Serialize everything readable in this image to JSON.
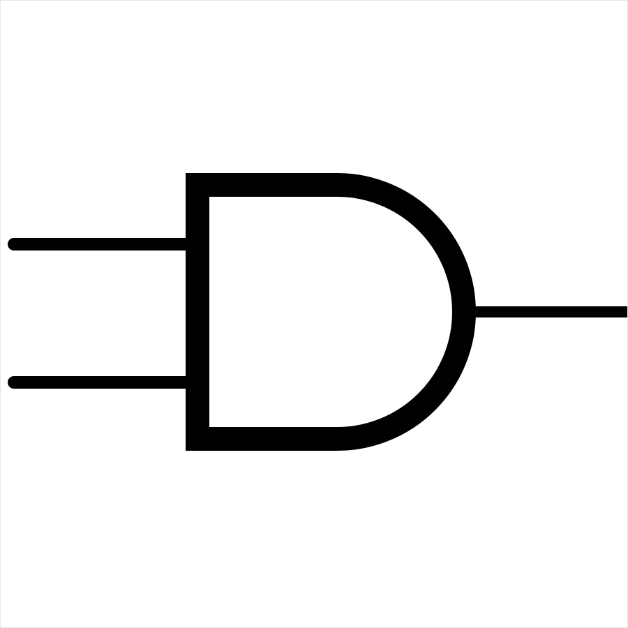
{
  "diagram": {
    "symbol": "and-gate",
    "input_count": 2,
    "output_count": 1,
    "colors": {
      "background": "#ffffff",
      "stroke": "#000000",
      "frame": "#e6e6e6"
    }
  }
}
